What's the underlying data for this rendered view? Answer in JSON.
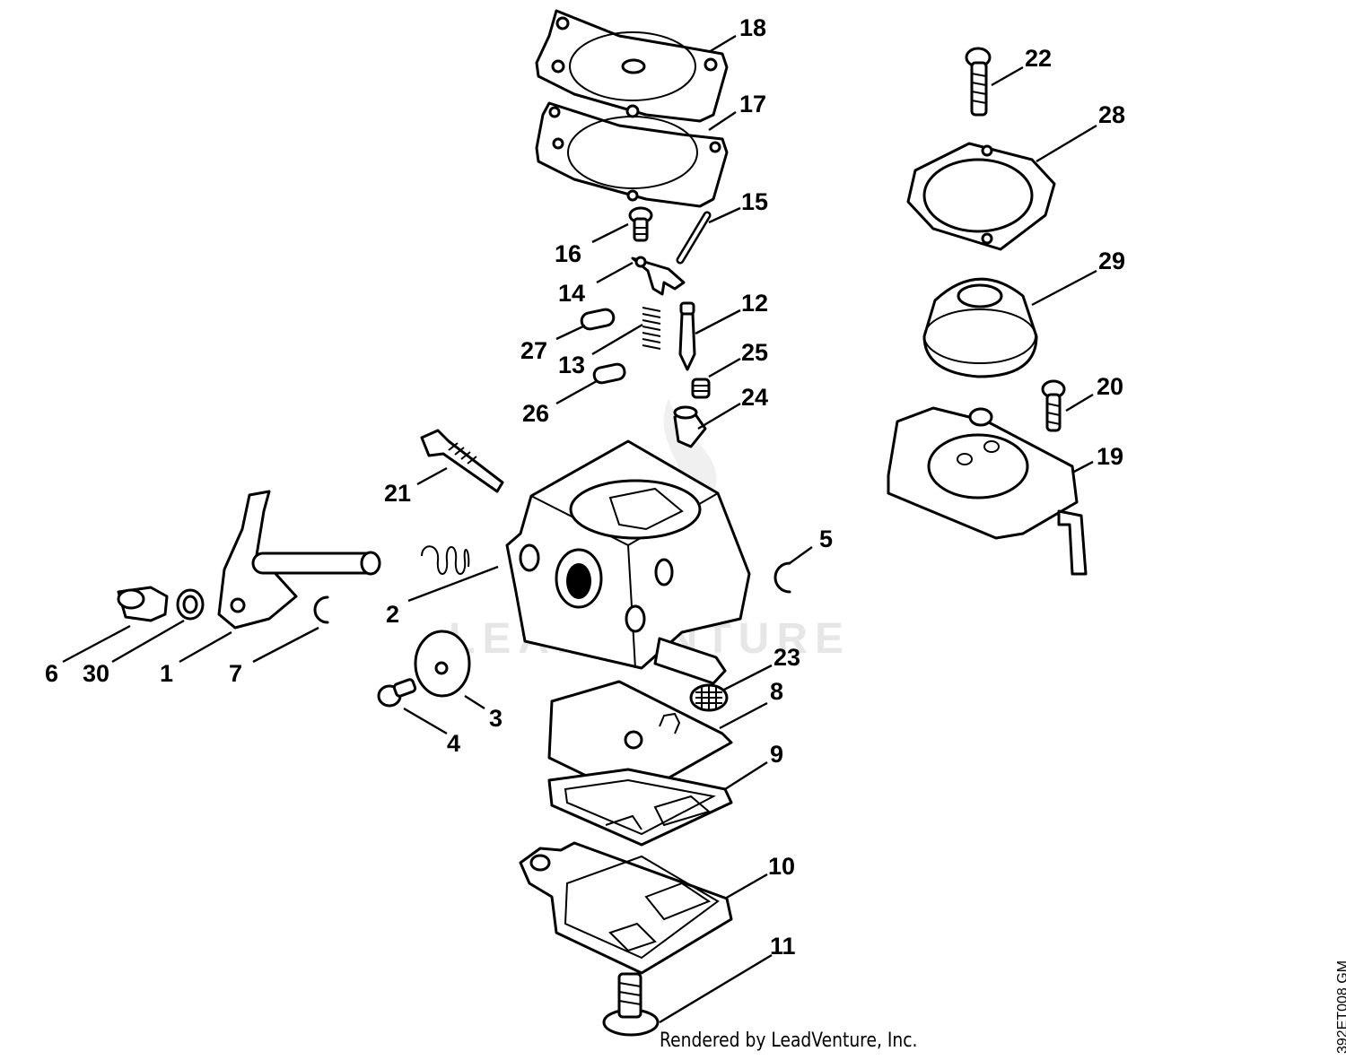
{
  "diagram": {
    "watermark": "LEADVENTURE",
    "credit": "Rendered by LeadVenture, Inc.",
    "drawing_code": "392ET008 GM",
    "callouts": [
      "18",
      "17",
      "15",
      "16",
      "14",
      "12",
      "27",
      "13",
      "25",
      "26",
      "24",
      "21",
      "5",
      "2",
      "6",
      "30",
      "1",
      "7",
      "3",
      "4",
      "23",
      "8",
      "9",
      "10",
      "11",
      "22",
      "28",
      "29",
      "20",
      "19"
    ]
  }
}
